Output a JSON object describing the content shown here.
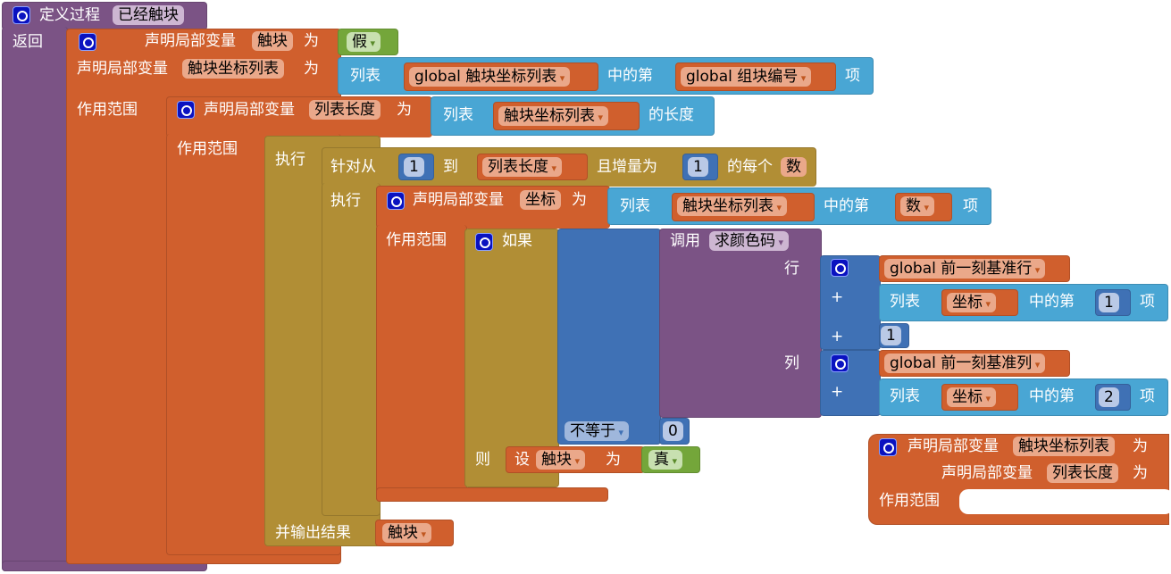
{
  "procedure": {
    "title": "定义过程",
    "name": "已经触块",
    "return_label": "返回"
  },
  "local1": {
    "label": "声明局部变量",
    "name": "触块",
    "as": "为",
    "value": "假",
    "label2": "声明局部变量",
    "name2": "触块坐标列表",
    "as2": "为",
    "scope": "作用范围"
  },
  "select1": {
    "list": "列表",
    "var": "global 触块坐标列表",
    "of": "中的第",
    "index": "global 组块编号",
    "item": "项"
  },
  "local2": {
    "label": "声明局部变量",
    "name": "列表长度",
    "as": "为",
    "scope": "作用范围"
  },
  "length1": {
    "list": "列表",
    "var": "触块坐标列表",
    "suffix": "的长度"
  },
  "doresult": {
    "do": "执行",
    "result": "并输出结果",
    "result_var": "触块"
  },
  "forrange": {
    "from": "针对从",
    "start": "1",
    "to": "到",
    "end": "列表长度",
    "step_label": "且增量为",
    "step": "1",
    "each": "的每个",
    "var": "数",
    "do": "执行"
  },
  "local3": {
    "label": "声明局部变量",
    "name": "坐标",
    "as": "为",
    "scope": "作用范围"
  },
  "select2": {
    "list": "列表",
    "var": "触块坐标列表",
    "of": "中的第",
    "index": "数",
    "item": "项"
  },
  "ifblock": {
    "if": "如果",
    "then": "则"
  },
  "compare": {
    "op": "不等于",
    "right": "0"
  },
  "call": {
    "label": "调用",
    "proc": "求颜色码",
    "arg1": "行",
    "arg2": "列"
  },
  "add1": {
    "plus1": "+",
    "plus2": "+",
    "global": "global 前一刻基准行",
    "list": "列表",
    "var": "坐标",
    "of": "中的第",
    "index": "1",
    "item": "项",
    "num": "1"
  },
  "add2": {
    "plus1": "+",
    "global": "global 前一刻基准列",
    "list": "列表",
    "var": "坐标",
    "of": "中的第",
    "index": "2",
    "item": "项"
  },
  "setblock": {
    "set": "设",
    "var": "触块",
    "to": "为",
    "value": "真"
  },
  "loose": {
    "label": "声明局部变量",
    "name": "触块坐标列表",
    "as": "为",
    "label2": "声明局部变量",
    "name2": "列表长度",
    "as2": "为",
    "scope": "作用范围"
  }
}
